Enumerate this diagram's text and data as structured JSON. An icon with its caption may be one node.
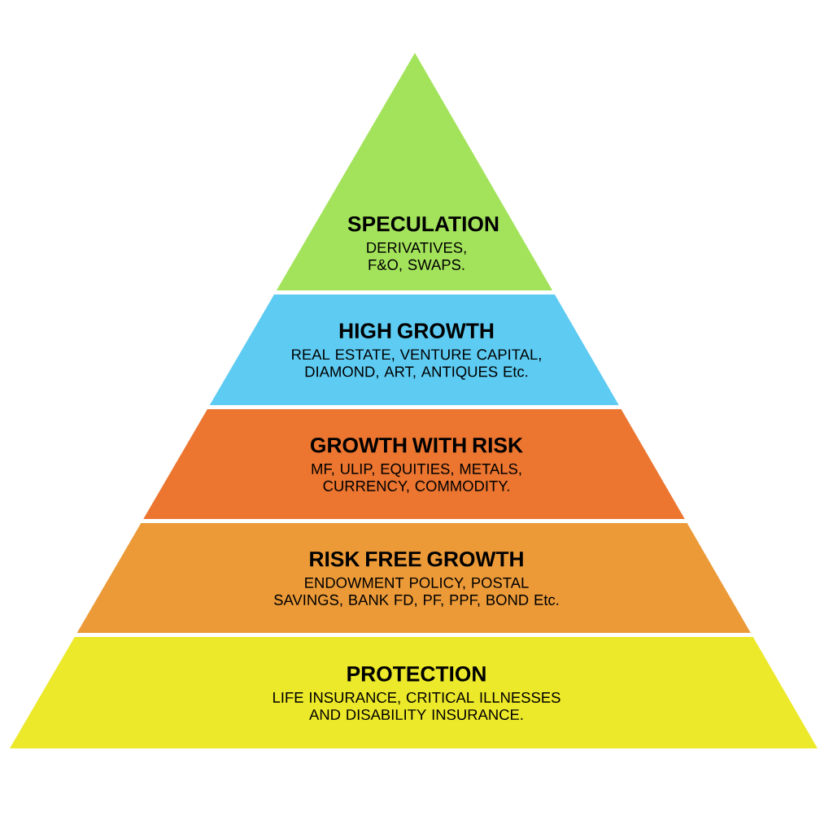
{
  "diagram": {
    "nodes": [
      {
        "text": [
          "SPECULATION",
          "DERIVATIVES, F&O, SWAPS."
        ]
      },
      {
        "text": [
          "HIGH GROWTH",
          "REAL ESTATE, VENTURE CAPITAL, DIAMOND, ART, ANTIQUES Etc."
        ]
      },
      {
        "text": [
          "GROWTH WITH RISK",
          "MF, ULIP, EQUITIES, METALS, CURRENCY, COMMODITY."
        ]
      },
      {
        "text": [
          "RISK FREE GROWTH",
          "ENDOWMENT POLICY, POSTAL SAVINGS, BANK FD, PF, PPF, BOND Etc."
        ]
      },
      {
        "text": [
          "PROTECTION",
          "LIFE INSURANCE, CRITICAL ILLNESSES AND DISABILITY INSURANCE."
        ]
      }
    ]
  }
}
